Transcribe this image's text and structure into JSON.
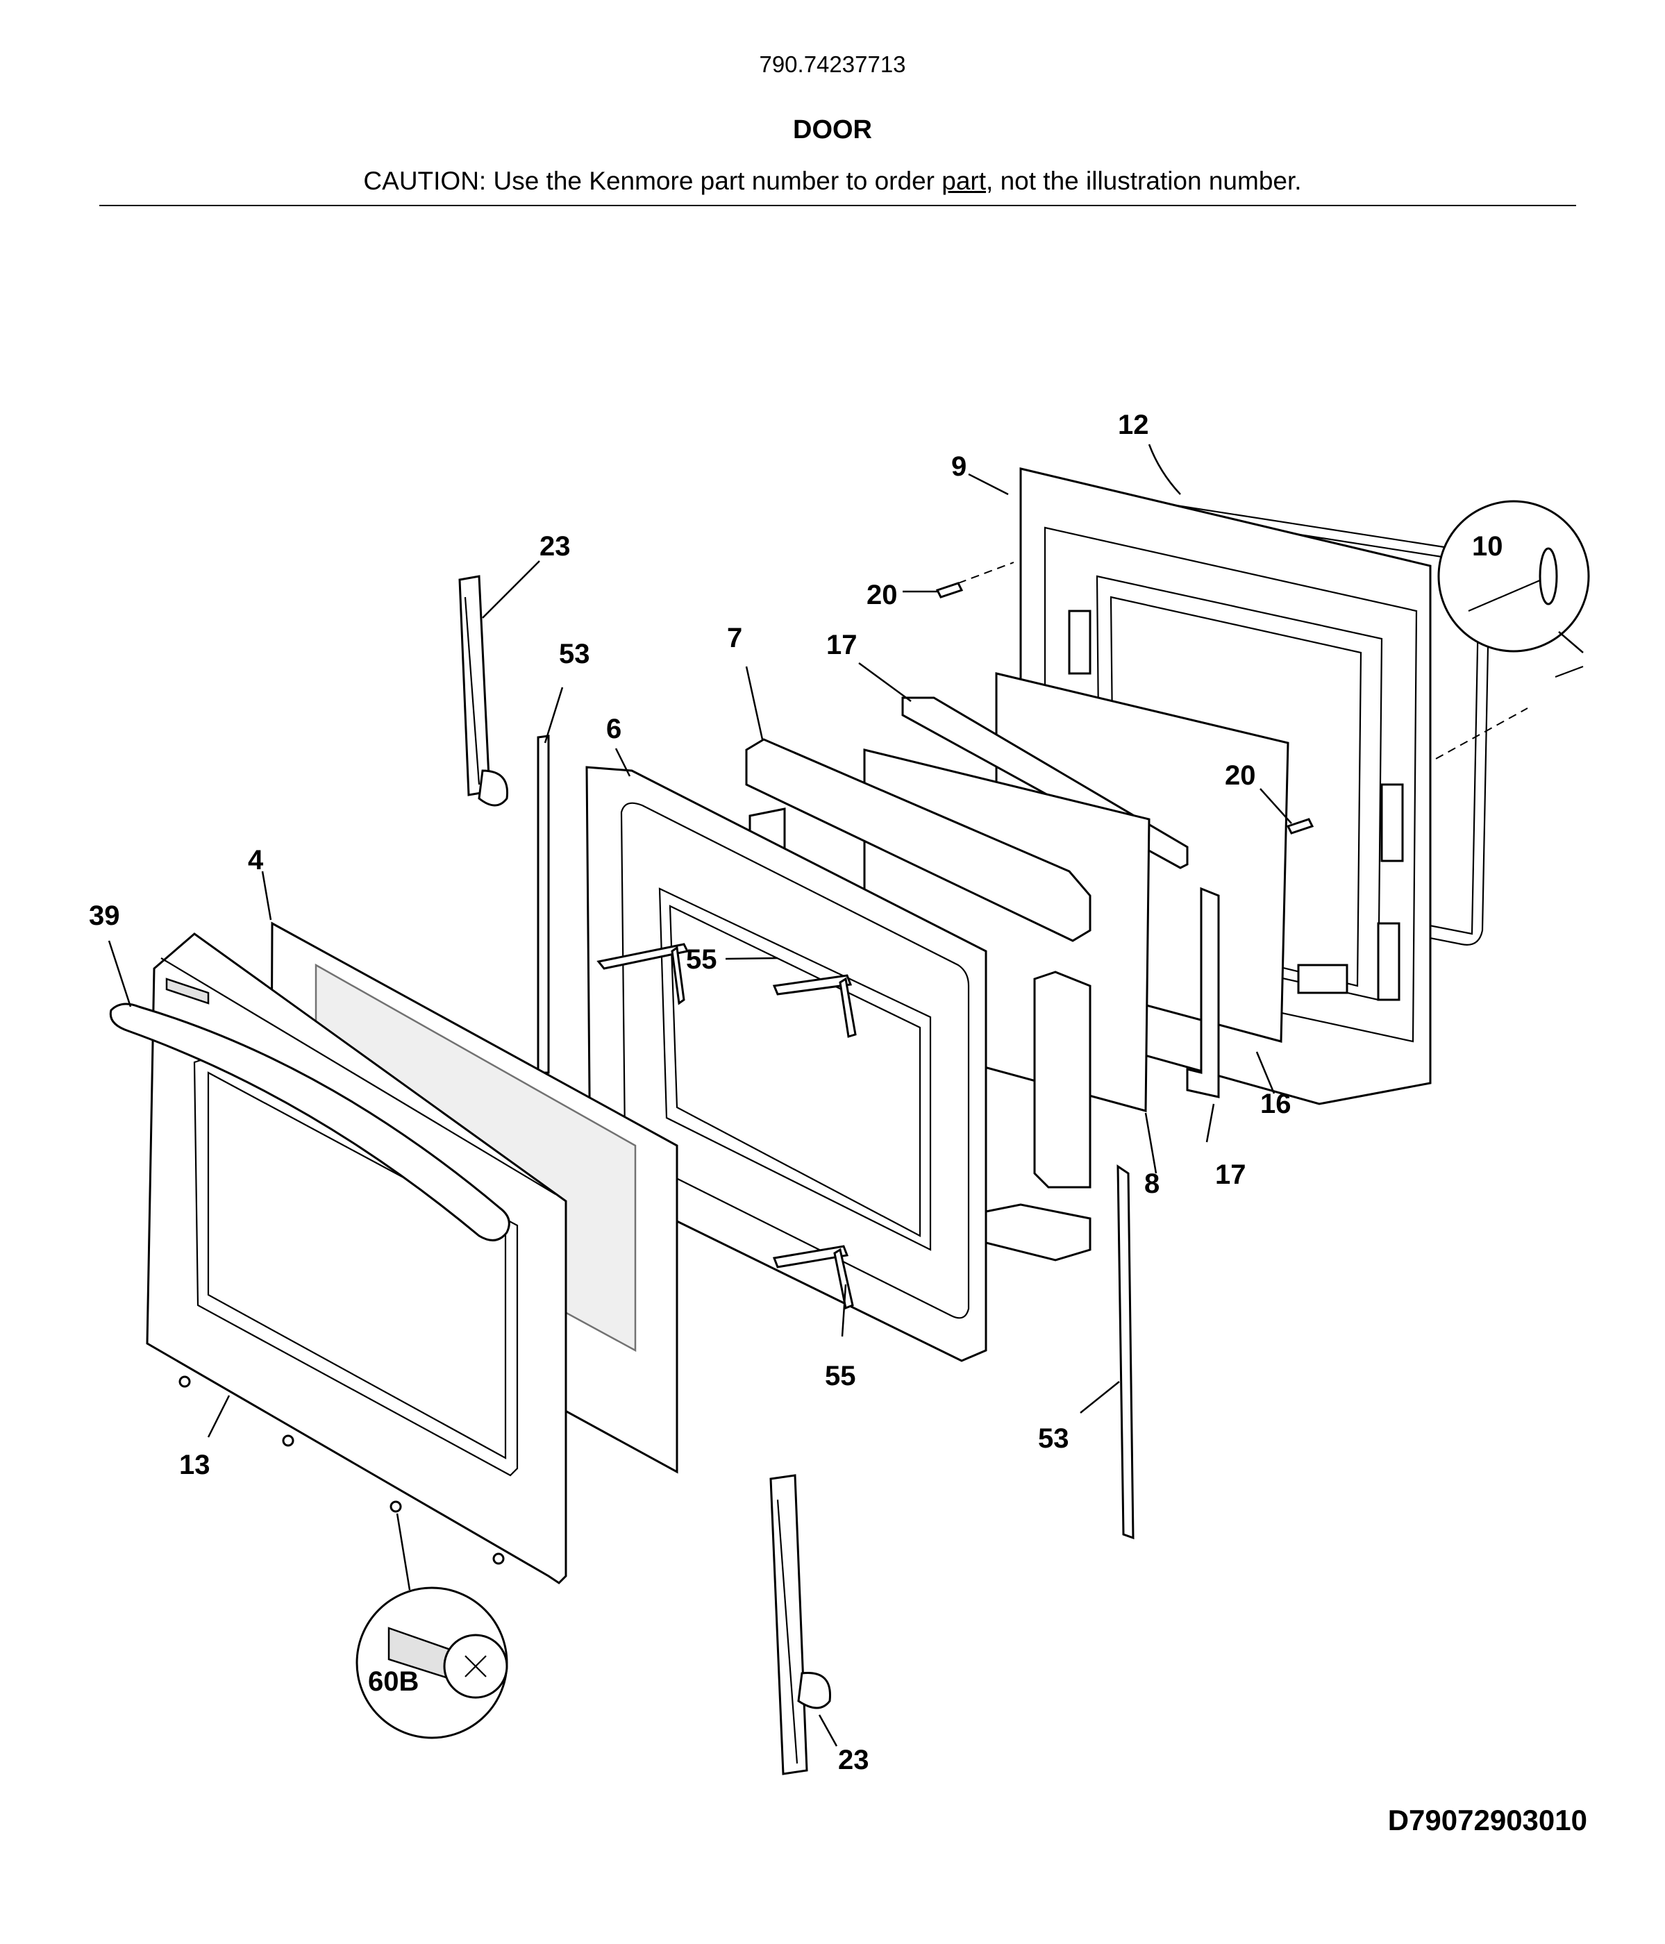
{
  "header": {
    "model_number": "790.74237713",
    "section_title": "DOOR",
    "caution_prefix": "CAUTION: Use the Kenmore part number to order ",
    "caution_underlined": "part",
    "caution_suffix": ", not the illustration number."
  },
  "drawing_id": "D79072903010",
  "callouts": {
    "c9": "9",
    "c12": "12",
    "c10": "10",
    "c20a": "20",
    "c20b": "20",
    "c23a": "23",
    "c23b": "23",
    "c53a": "53",
    "c53b": "53",
    "c7": "7",
    "c17a": "17",
    "c17b": "17",
    "c6": "6",
    "c4": "4",
    "c39": "39",
    "c55a": "55",
    "c55b": "55",
    "c16": "16",
    "c8": "8",
    "c13": "13",
    "c60b": "60B"
  }
}
